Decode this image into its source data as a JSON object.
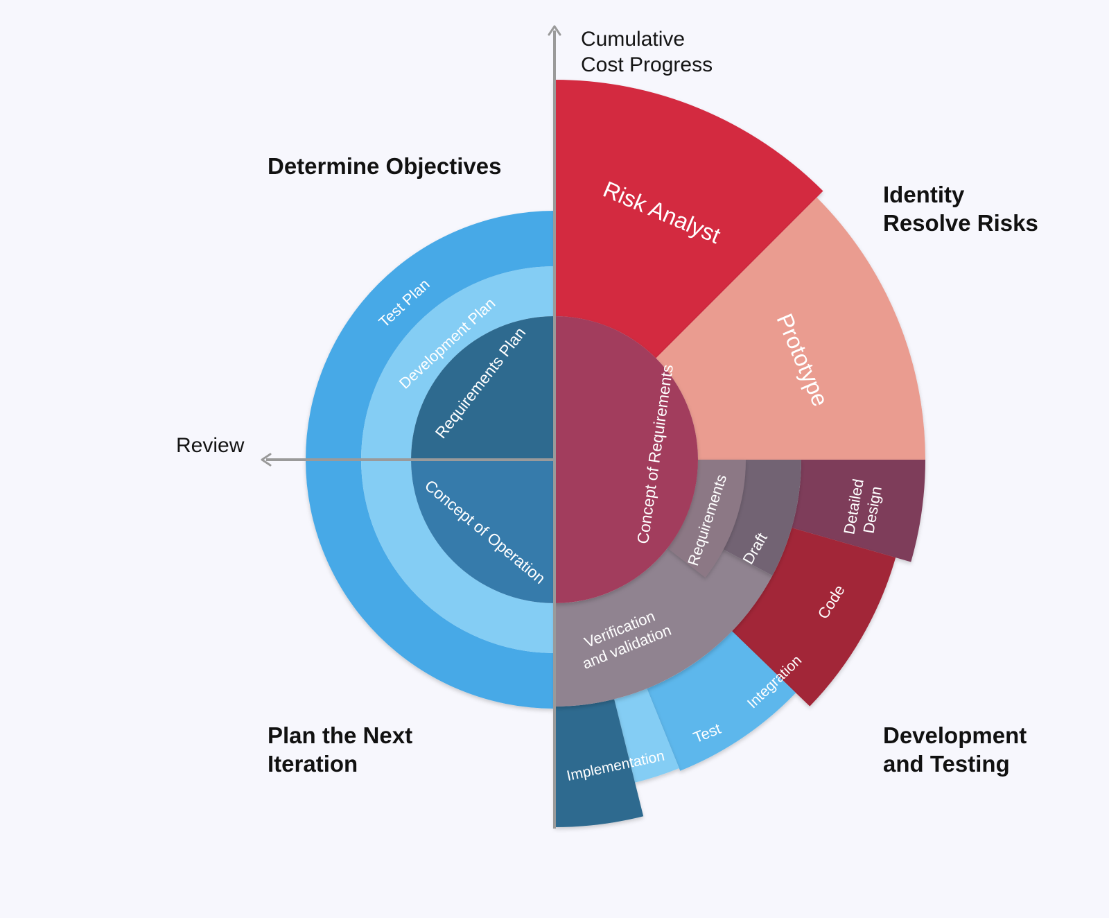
{
  "axes": {
    "vertical": [
      "Cumulative",
      "Cost Progress"
    ],
    "horizontal": "Review"
  },
  "quadrants": {
    "top_left": [
      "Determine Objectives"
    ],
    "top_right": [
      "Identity",
      "Resolve Risks"
    ],
    "bottom_left": [
      "Plan the Next",
      "Iteration"
    ],
    "bottom_right": [
      "Development",
      "and Testing"
    ]
  },
  "segments": {
    "test_plan": "Test Plan",
    "development_plan": "Development Plan",
    "requirements_plan": "Requirements Plan",
    "concept_of_operation": "Concept of Operation",
    "concept_of_requirements": "Concept of Requirements",
    "risk_analyst": "Risk Analyst",
    "prototype": "Prototype",
    "requirements": "Requirements",
    "draft": "Draft",
    "verification": [
      "Verification",
      "and validation"
    ],
    "detailed_design": [
      "Detailed",
      "Design"
    ],
    "code": "Code",
    "integration": "Integration",
    "test": "Test",
    "implementation": "Implementation"
  },
  "colors": {
    "background": "#f7f7fd",
    "blue_outer": "#46a9e7",
    "blue_light": "#84cdf4",
    "blue_dark": "#2e6a8f",
    "blue_mid": "#367bab",
    "magenta": "#a23e5d",
    "red": "#d32b41",
    "salmon": "#ea9c90",
    "gray_purple_1": "#8c7885",
    "gray_purple_2": "#726473",
    "gray_purple_3": "#908390",
    "plum": "#7e3c5a",
    "dark_red": "#a22838",
    "sky": "#5db7ec",
    "axis": "#9a9a9a"
  }
}
